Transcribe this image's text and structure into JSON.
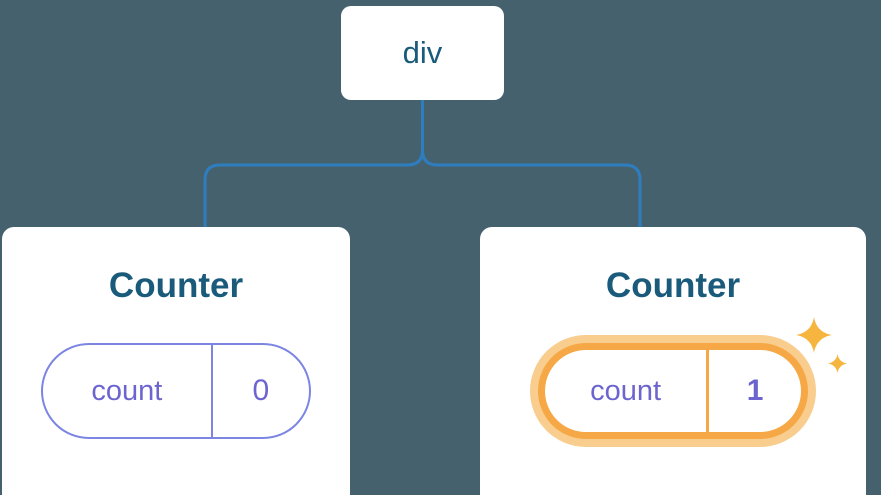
{
  "colors": {
    "canvas_bg": "#45616d",
    "node_bg": "#ffffff",
    "node_text": "#1a5a7a",
    "connector": "#2e7dbe",
    "pill_border": "#7c86e2",
    "pill_text": "#6d65cf",
    "highlight": "#f5a845",
    "highlight_glow": "#f8cd8e",
    "sparkle": "#f5b53e"
  },
  "tree": {
    "root": {
      "label": "div"
    },
    "children": [
      {
        "title": "Counter",
        "prop": {
          "key": "count",
          "value": "0"
        },
        "highlighted": false
      },
      {
        "title": "Counter",
        "prop": {
          "key": "count",
          "value": "1"
        },
        "highlighted": true
      }
    ]
  }
}
